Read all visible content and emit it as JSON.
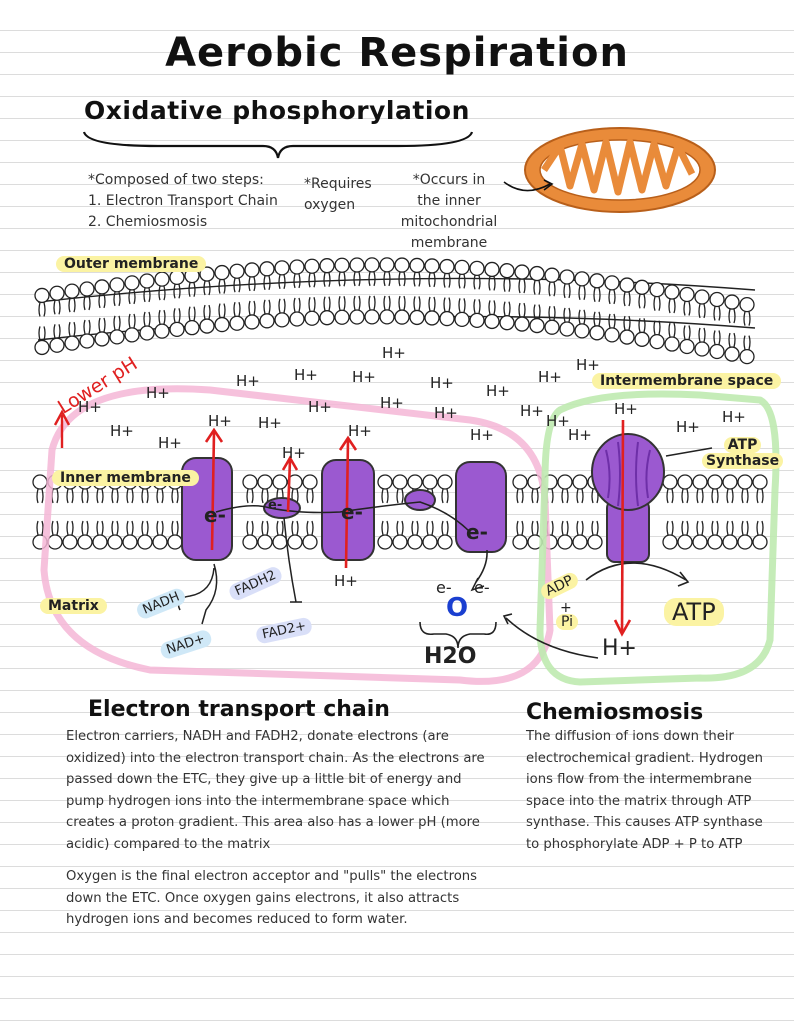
{
  "title": "Aerobic Respiration",
  "subtitle": "Oxidative phosphorylation",
  "notes": {
    "steps_heading": "*Composed of two steps:",
    "step1": "1. Electron Transport Chain",
    "step2": "2. Chemiosmosis",
    "requires_1": "*Requires",
    "requires_2": "oxygen",
    "occurs_1": "*Occurs in",
    "occurs_2": "the inner",
    "occurs_3": "mitochondrial",
    "occurs_4": "membrane"
  },
  "diagram": {
    "outer_membrane": "Outer membrane",
    "intermembrane_space": "Intermembrane space",
    "inner_membrane": "Inner membrane",
    "matrix": "Matrix",
    "lower_ph": "Lower pH",
    "atp_synthase_1": "ATP",
    "atp_synthase_2": "Synthase",
    "h_ion": "H+",
    "electron": "e-",
    "nadh": "NADH",
    "nad": "NAD+",
    "fadh2": "FADH2",
    "fad": "FAD2+",
    "oxygen": "O",
    "water": "H2O",
    "adp": "ADP",
    "plus": "+",
    "pi": "Pi",
    "atp": "ATP"
  },
  "etc": {
    "heading": "Electron transport chain",
    "paragraph1": "Electron carriers, NADH and FADH2, donate electrons (are oxidized) into the electron transport chain. As the electrons are passed down the ETC, they give up a little bit of energy and pump hydrogen ions into the intermembrane space which creates a proton gradient. This area also has a lower pH (more acidic) compared to the matrix",
    "paragraph2": "Oxygen is the final electron acceptor and \"pulls\" the electrons down the ETC. Once oxygen gains electrons, it also attracts hydrogen ions and becomes reduced to form water."
  },
  "chemiosmosis": {
    "heading": "Chemiosmosis",
    "paragraph": "The diffusion of ions down their electrochemical gradient. Hydrogen ions flow from the intermembrane space into the matrix through ATP synthase. This causes ATP synthase to phosphorylate ADP + P to ATP"
  },
  "colors": {
    "protein": "#9b59d0",
    "arrow": "#e02020",
    "highlight_yellow": "#fbf3a3",
    "pink_region": "#f4b6d6",
    "green_region": "#bfeab0",
    "mitochondrion": "#e98b3a",
    "oxygen_blue": "#1a3fd0"
  }
}
